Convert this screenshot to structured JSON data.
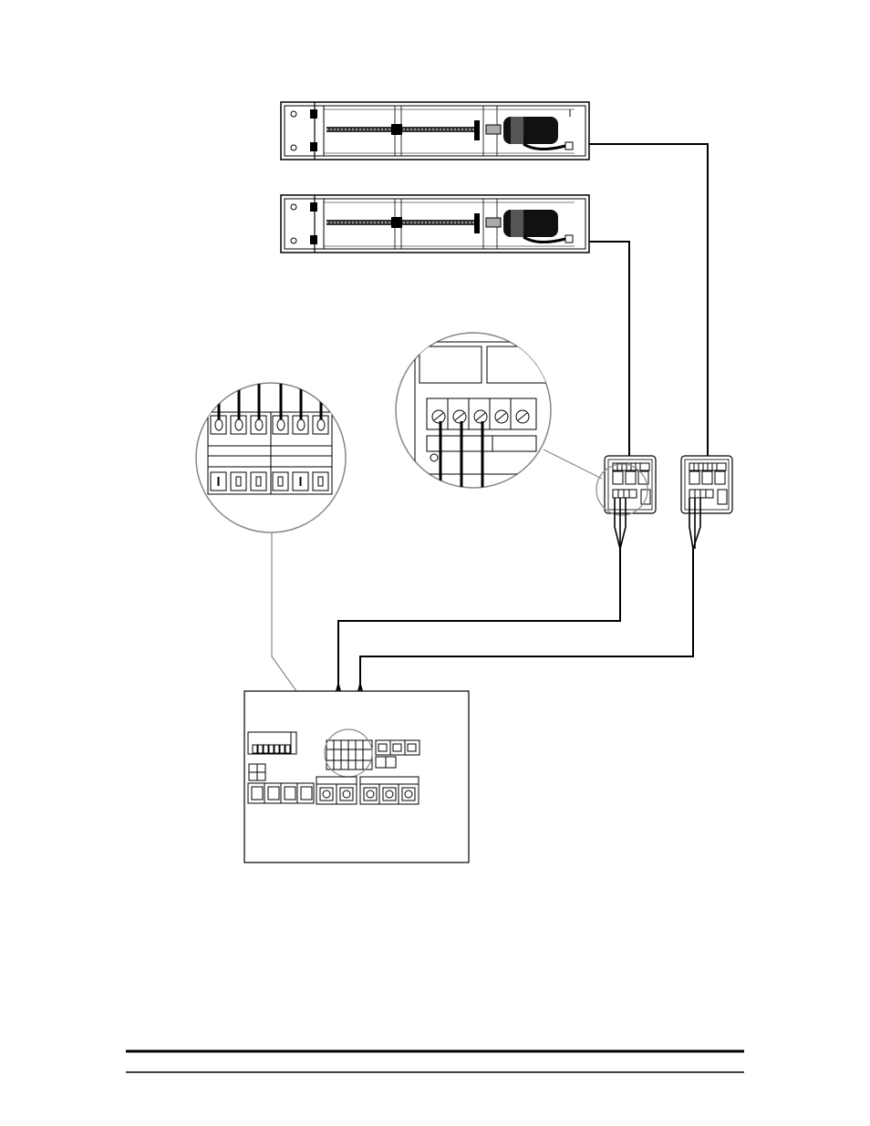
{
  "diagram": {
    "colors": {
      "line": "#000000",
      "leader": "#888888",
      "motor": "#111111",
      "band": "#555555",
      "screw": "#333333",
      "background": "#ffffff"
    },
    "actuators": [
      {
        "name": "actuator-upper"
      },
      {
        "name": "actuator-lower"
      }
    ],
    "junction_boxes": [
      {
        "name": "junction-box-left"
      },
      {
        "name": "junction-box-right"
      }
    ],
    "detail_callouts": [
      {
        "name": "terminal-block-detail"
      },
      {
        "name": "control-panel-terminal-detail"
      }
    ],
    "panel": {
      "name": "control-panel"
    }
  }
}
